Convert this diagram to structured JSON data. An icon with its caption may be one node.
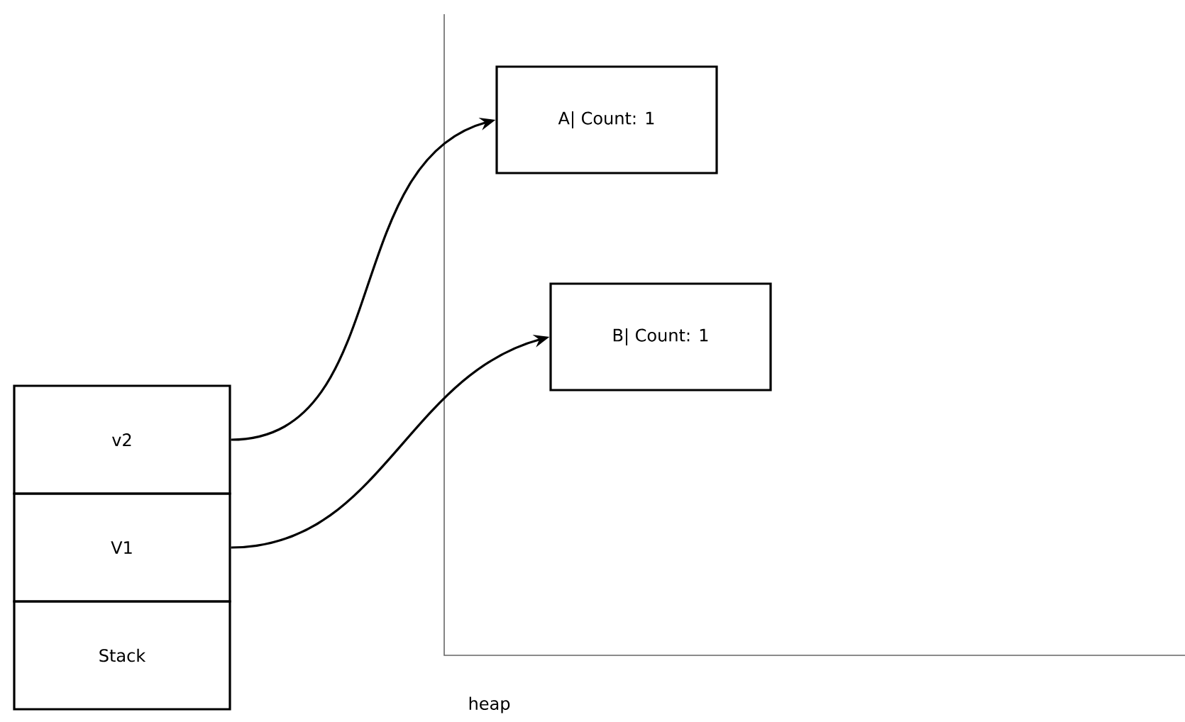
{
  "diagram": {
    "nodes": [
      {
        "text": [
          "v2"
        ]
      },
      {
        "text": [
          "V1"
        ]
      },
      {
        "text": [
          "Stack"
        ]
      },
      {
        "text": [
          "A| Count: 1"
        ]
      },
      {
        "text": [
          "B| Count: 1"
        ]
      }
    ],
    "edges": [
      {
        "from": 0,
        "to": 3,
        "arrow": "to"
      },
      {
        "from": 1,
        "to": 4,
        "arrow": "to"
      }
    ],
    "labels": [
      "heap"
    ]
  }
}
